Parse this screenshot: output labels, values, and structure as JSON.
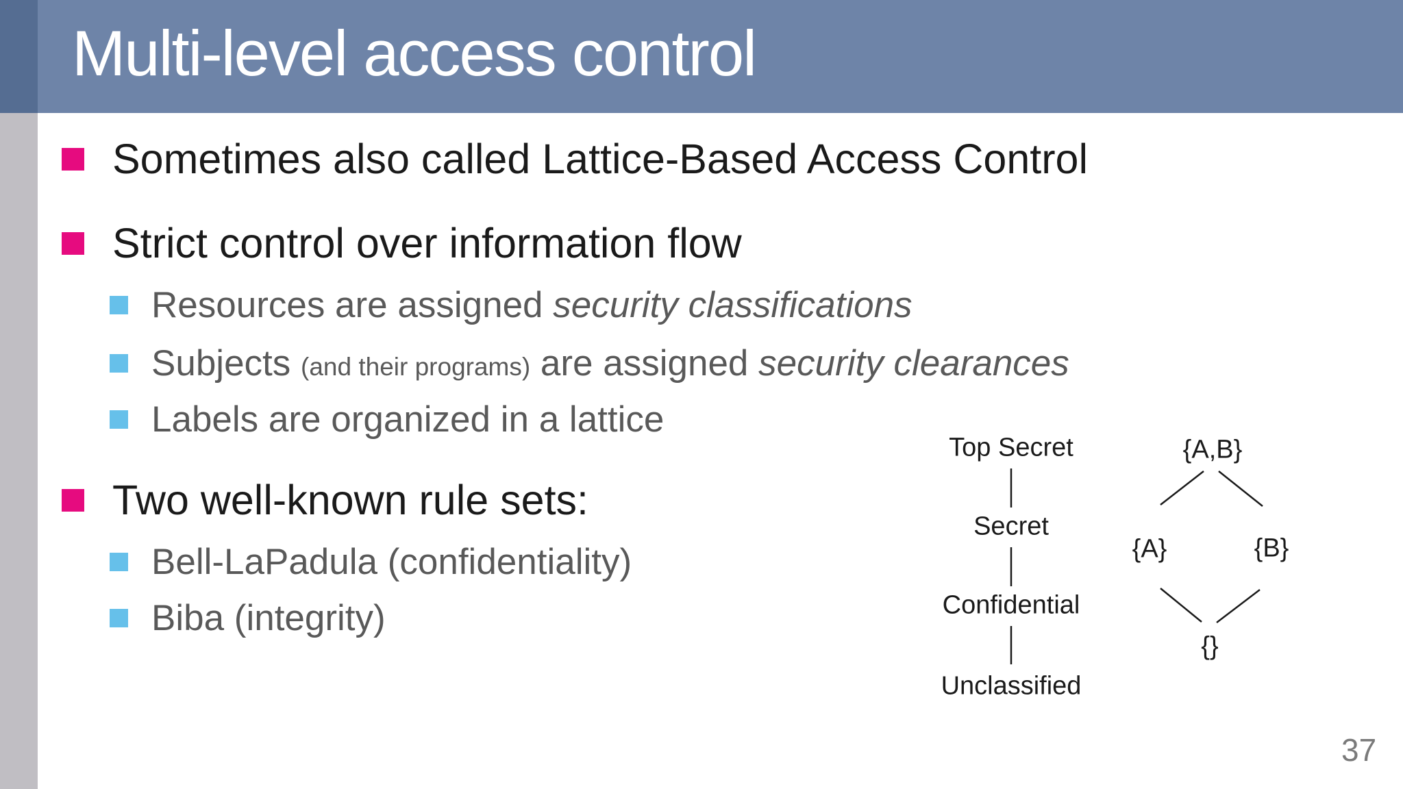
{
  "slide": {
    "title": "Multi-level access control",
    "page_number": "37"
  },
  "bullets": {
    "b1": "Sometimes also called Lattice-Based Access Control",
    "b2": "Strict control over information flow",
    "b2_sub1_text": "Resources are assigned ",
    "b2_sub1_italic": "security classifications",
    "b2_sub2_lead": "Subjects ",
    "b2_sub2_small": "(and their programs)",
    "b2_sub2_mid": " are assigned ",
    "b2_sub2_italic": "security clearances",
    "b2_sub3": "Labels are organized in a lattice",
    "b3": "Two well-known rule sets:",
    "b3_sub1": "Bell-LaPadula (confidentiality)",
    "b3_sub2": "Biba (integrity)"
  },
  "diagram": {
    "hierarchy": {
      "level1": "Top Secret",
      "level2": "Secret",
      "level3": "Confidential",
      "level4": "Unclassified"
    },
    "lattice": {
      "top": "{A,B}",
      "left": "{A}",
      "right": "{B}",
      "bottom": "{}"
    }
  },
  "colors": {
    "header_blue": "#6e84a8",
    "strip_dark_blue": "#556d92",
    "strip_gray": "#c0bec3",
    "bullet_pink": "#e60b7f",
    "bullet_blue": "#66c0ea",
    "body_text": "#1a1a1a",
    "sub_text": "#595959",
    "page_number_gray": "#7a7a7a"
  }
}
